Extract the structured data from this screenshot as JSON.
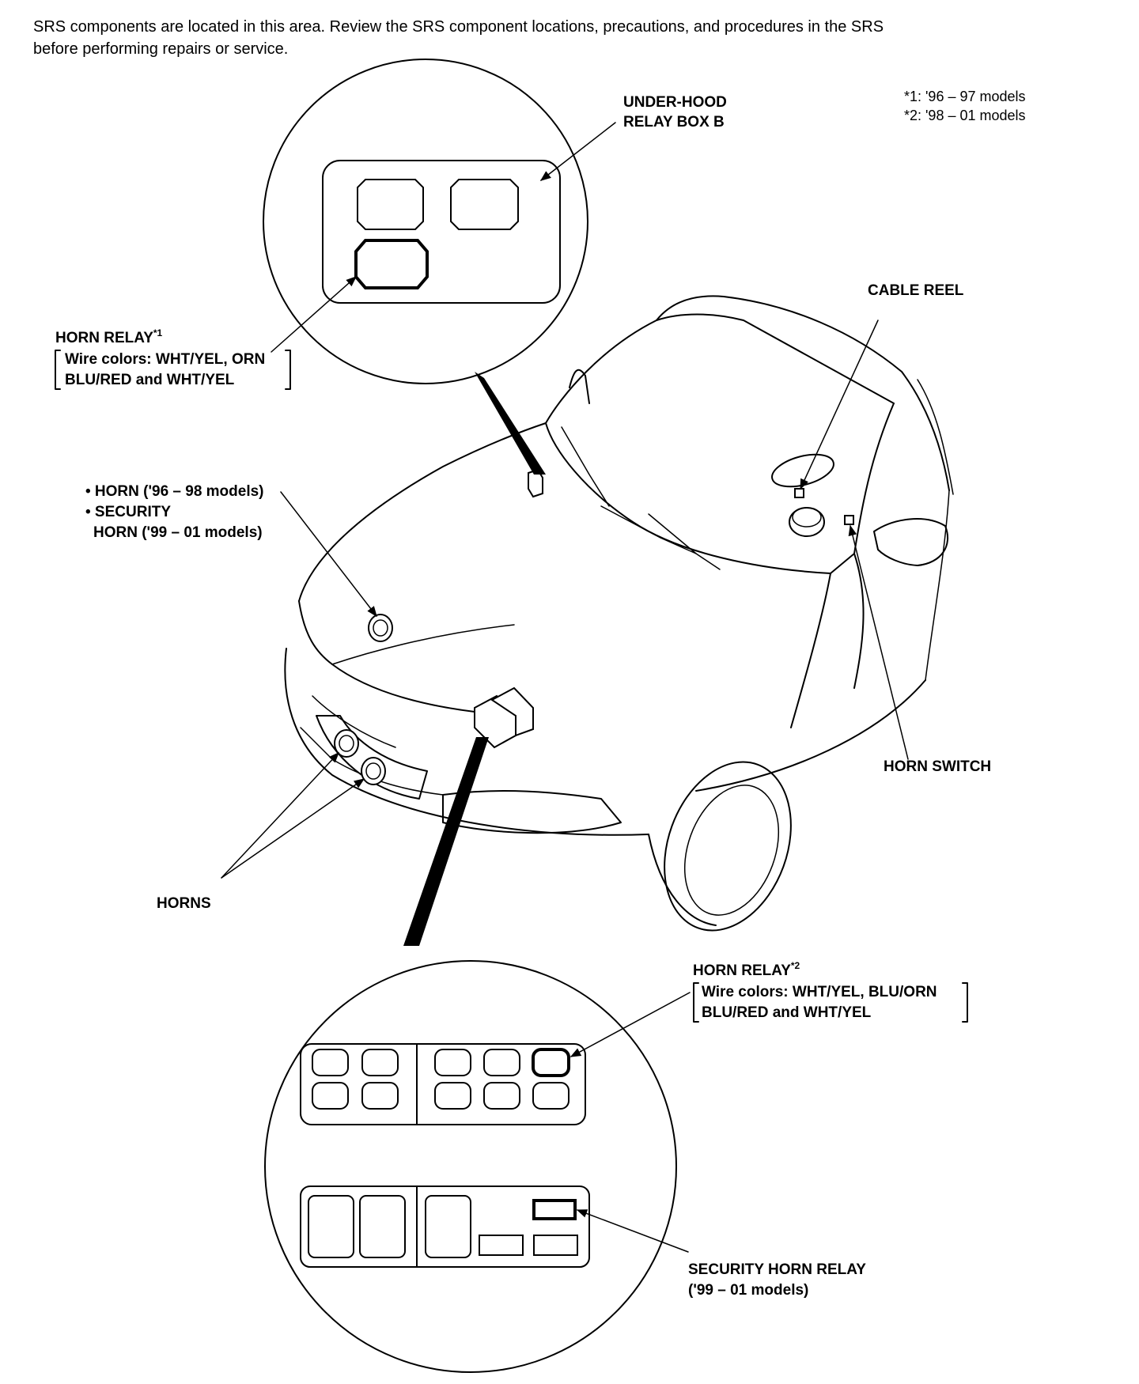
{
  "header": {
    "line1": "SRS components are located in this area. Review the SRS component locations, precautions, and procedures in the SRS",
    "line2": "before performing repairs or service."
  },
  "footnotes": {
    "note1_mark": "*1:",
    "note1_text": "'96 – 97 models",
    "note2_mark": "*2:",
    "note2_text": "'98 – 01 models"
  },
  "labels": {
    "relay_box_line1": "UNDER-HOOD",
    "relay_box_line2": "RELAY BOX B",
    "cable_reel": "CABLE REEL",
    "horn_relay1_title": "HORN RELAY",
    "horn_relay1_mark": "*1",
    "horn_relay1_wire1": "Wire colors: WHT/YEL, ORN",
    "horn_relay1_wire2": "BLU/RED and WHT/YEL",
    "horn_item1": "• HORN ('96 – 98 models)",
    "horn_item2": "• SECURITY",
    "horn_item3": "HORN ('99 – 01 models)",
    "horn_switch": "HORN SWITCH",
    "horns": "HORNS",
    "horn_relay2_title": "HORN RELAY",
    "horn_relay2_mark": "*2",
    "horn_relay2_wire1": "Wire colors: WHT/YEL, BLU/ORN",
    "horn_relay2_wire2": "BLU/RED and WHT/YEL",
    "security_relay_line1": "SECURITY HORN RELAY",
    "security_relay_line2": "('99 – 01 models)"
  }
}
